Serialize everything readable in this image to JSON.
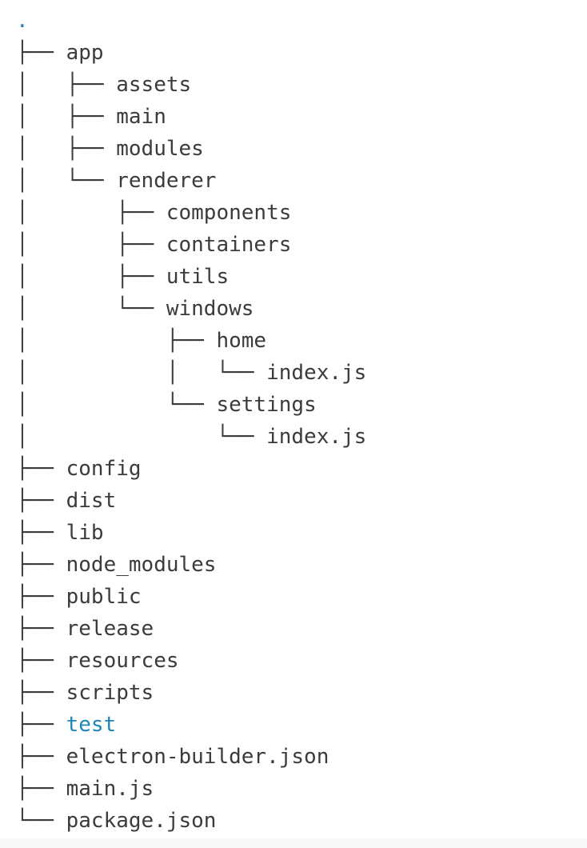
{
  "page": {
    "background": "#ffffff",
    "text_color": "#3b3b3b",
    "link_color": "#1e86b6",
    "bottom_band_color": "#f5f7f8"
  },
  "tree": {
    "rows": [
      {
        "prefix": "",
        "name": ".",
        "link": true
      },
      {
        "prefix": "├── ",
        "name": "app",
        "link": false
      },
      {
        "prefix": "│   ├── ",
        "name": "assets",
        "link": false
      },
      {
        "prefix": "│   ├── ",
        "name": "main",
        "link": false
      },
      {
        "prefix": "│   ├── ",
        "name": "modules",
        "link": false
      },
      {
        "prefix": "│   └── ",
        "name": "renderer",
        "link": false
      },
      {
        "prefix": "│       ├── ",
        "name": "components",
        "link": false
      },
      {
        "prefix": "│       ├── ",
        "name": "containers",
        "link": false
      },
      {
        "prefix": "│       ├── ",
        "name": "utils",
        "link": false
      },
      {
        "prefix": "│       └── ",
        "name": "windows",
        "link": false
      },
      {
        "prefix": "│           ├── ",
        "name": "home",
        "link": false
      },
      {
        "prefix": "│           │   └── ",
        "name": "index.js",
        "link": false
      },
      {
        "prefix": "│           └── ",
        "name": "settings",
        "link": false
      },
      {
        "prefix": "│               └── ",
        "name": "index.js",
        "link": false
      },
      {
        "prefix": "├── ",
        "name": "config",
        "link": false
      },
      {
        "prefix": "├── ",
        "name": "dist",
        "link": false
      },
      {
        "prefix": "├── ",
        "name": "lib",
        "link": false
      },
      {
        "prefix": "├── ",
        "name": "node_modules",
        "link": false
      },
      {
        "prefix": "├── ",
        "name": "public",
        "link": false
      },
      {
        "prefix": "├── ",
        "name": "release",
        "link": false
      },
      {
        "prefix": "├── ",
        "name": "resources",
        "link": false
      },
      {
        "prefix": "├── ",
        "name": "scripts",
        "link": false
      },
      {
        "prefix": "├── ",
        "name": "test",
        "link": true
      },
      {
        "prefix": "├── ",
        "name": "electron-builder.json",
        "link": false
      },
      {
        "prefix": "├── ",
        "name": "main.js",
        "link": false
      },
      {
        "prefix": "└── ",
        "name": "package.json",
        "link": false
      }
    ]
  }
}
